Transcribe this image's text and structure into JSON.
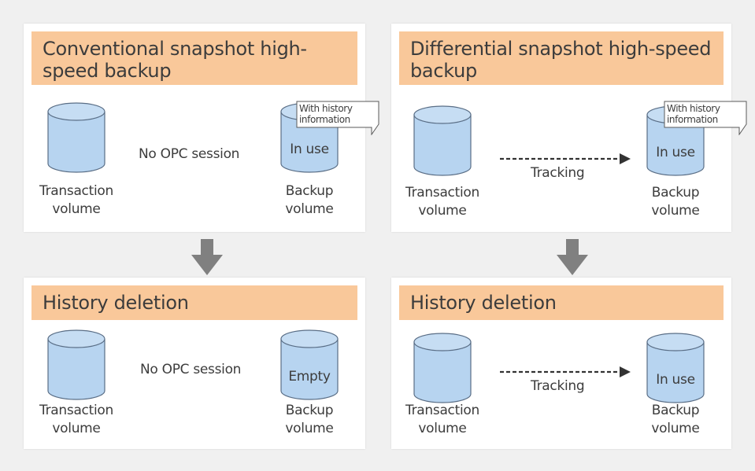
{
  "top_left": {
    "title": "Conventional snapshot high-speed backup",
    "session": "No OPC session",
    "source_label": [
      "Transaction",
      "volume"
    ],
    "target_label": [
      "Backup",
      "volume"
    ],
    "target_state": "In use",
    "callout": [
      "With history",
      "information"
    ]
  },
  "top_right": {
    "title": "Differential snapshot high-speed backup",
    "arrow_label": "Tracking",
    "source_label": [
      "Transaction",
      "volume"
    ],
    "target_label": [
      "Backup",
      "volume"
    ],
    "target_state": "In use",
    "callout": [
      "With history",
      "information"
    ]
  },
  "bottom_left": {
    "title": "History deletion",
    "session": "No OPC session",
    "source_label": [
      "Transaction",
      "volume"
    ],
    "target_label": [
      "Backup",
      "volume"
    ],
    "target_state": "Empty"
  },
  "bottom_right": {
    "title": "History deletion",
    "arrow_label": "Tracking",
    "source_label": [
      "Transaction",
      "volume"
    ],
    "target_label": [
      "Backup",
      "volume"
    ],
    "target_state": "In use"
  },
  "colors": {
    "header_fill": "#f9c89a",
    "cylinder_fill": "#b7d4f0",
    "cylinder_stroke": "#5a6e86",
    "arrow_fill": "#808080"
  }
}
